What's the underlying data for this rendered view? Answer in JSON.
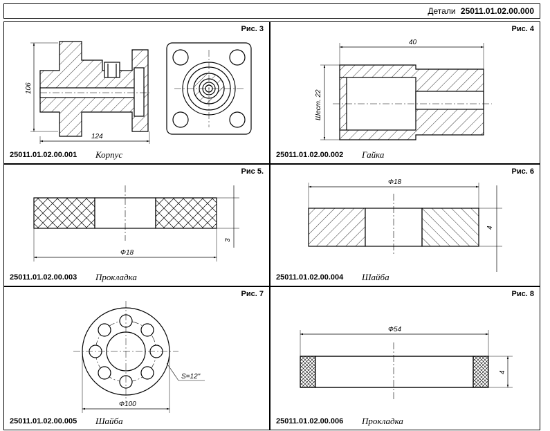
{
  "header": {
    "label": "Детали",
    "number": "25011.01.02.00.000"
  },
  "cells": [
    {
      "fig": "Рис. 3",
      "code": "25011.01.02.00.001",
      "name": "Корпус",
      "dims": [
        "106",
        "124"
      ]
    },
    {
      "fig": "Рис. 4",
      "code": "25011.01.02.00.002",
      "name": "Гайка",
      "dims": [
        "40",
        "Шест. 22"
      ]
    },
    {
      "fig": "Рис 5.",
      "code": "25011.01.02.00.003",
      "name": "Прокладка",
      "dims": [
        "Ф18",
        "3"
      ]
    },
    {
      "fig": "Рис. 6",
      "code": "25011.01.02.00.004",
      "name": "Шайба",
      "dims": [
        "Ф18",
        "4"
      ]
    },
    {
      "fig": "Рис. 7",
      "code": "25011.01.02.00.005",
      "name": "Шайба",
      "dims": [
        "Ф100",
        "S=12\""
      ]
    },
    {
      "fig": "Рис. 8",
      "code": "25011.01.02.00.006",
      "name": "Прокладка",
      "dims": [
        "Ф54",
        "4"
      ]
    }
  ]
}
